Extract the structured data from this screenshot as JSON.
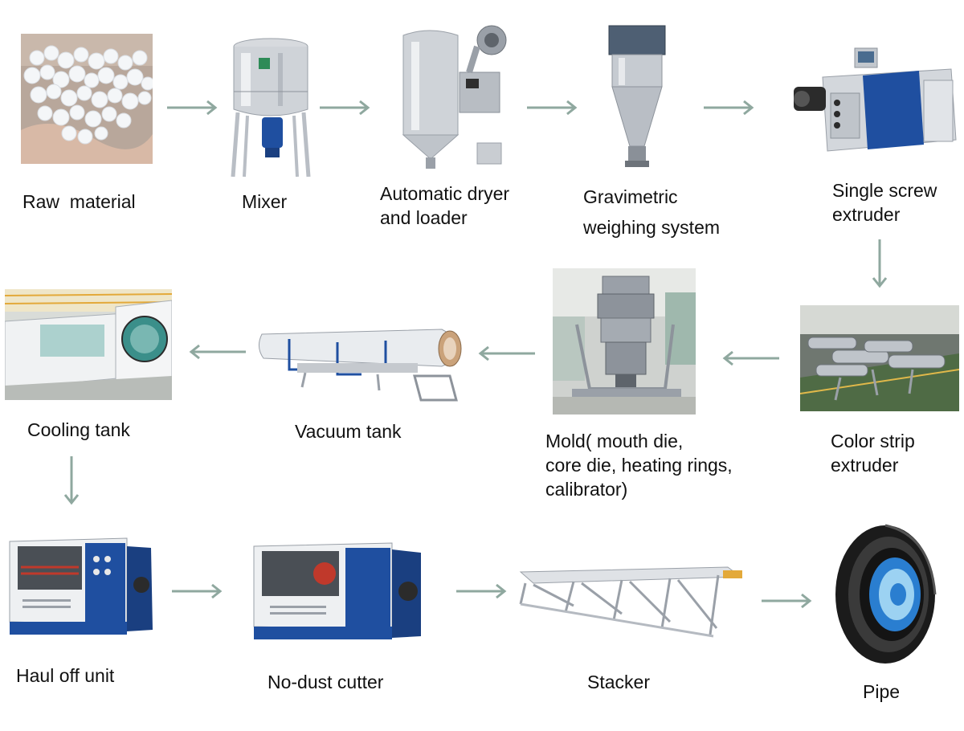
{
  "colors": {
    "arrow": "#8fa89f",
    "text": "#111111",
    "machine_blue": "#1f4fa0",
    "steel": "#c8ccd2"
  },
  "steps": {
    "raw_material": {
      "label": "Raw  material",
      "icon": "plastic-pellets-photo"
    },
    "mixer": {
      "label": "Mixer",
      "icon": "mixer-photo"
    },
    "dryer": {
      "label": "Automatic dryer\nand loader",
      "icon": "dryer-loader-photo"
    },
    "gravimetric": {
      "label": "Gravimetric\nweighing system",
      "icon": "gravimetric-hopper-photo"
    },
    "single_screw": {
      "label": "Single screw\nextruder",
      "icon": "single-screw-extruder-photo"
    },
    "color_strip": {
      "label": "Color strip\nextruder",
      "icon": "color-strip-extruder-photo"
    },
    "mold": {
      "label": "Mold( mouth die,\ncore die, heating rings,\ncalibrator)",
      "icon": "mold-die-photo"
    },
    "vacuum_tank": {
      "label": "Vacuum tank",
      "icon": "vacuum-tank-photo"
    },
    "cooling_tank": {
      "label": "Cooling tank",
      "icon": "cooling-tank-photo"
    },
    "haul_off": {
      "label": "Haul off unit",
      "icon": "haul-off-unit-photo"
    },
    "cutter": {
      "label": "No-dust cutter",
      "icon": "no-dust-cutter-photo"
    },
    "stacker": {
      "label": "Stacker",
      "icon": "stacker-photo"
    },
    "pipe": {
      "label": "Pipe",
      "icon": "pipe-coil-photo"
    }
  }
}
